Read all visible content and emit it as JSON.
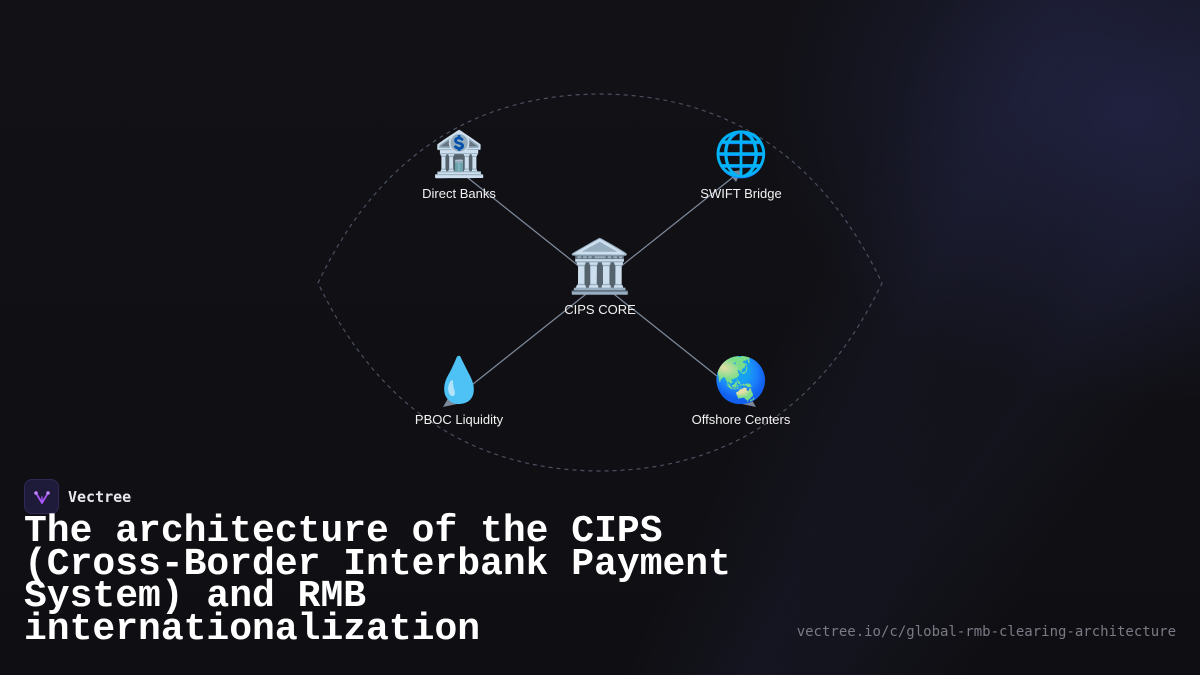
{
  "diagram": {
    "center": {
      "icon": "🏛️",
      "icon_name": "classical-building-icon",
      "label": "CIPS CORE"
    },
    "nodes": [
      {
        "id": "direct-banks",
        "icon": "🏦",
        "icon_name": "bank-icon",
        "label": "Direct Banks"
      },
      {
        "id": "swift-bridge",
        "icon": "🌐",
        "icon_name": "globe-meridians-icon",
        "label": "SWIFT Bridge"
      },
      {
        "id": "pboc-liquidity",
        "icon": "💧",
        "icon_name": "droplet-icon",
        "label": "PBOC Liquidity"
      },
      {
        "id": "offshore-centers",
        "icon": "🌏",
        "icon_name": "globe-asia-australia-icon",
        "label": "Offshore Centers"
      }
    ],
    "colors": {
      "connector": "#7c8797",
      "outline": "#4a5060"
    }
  },
  "brand": {
    "name": "Vectree",
    "logo_icon": "vectree-logo-icon",
    "accent": "#a855f7"
  },
  "headline": "The architecture of the CIPS (Cross-Border Interbank Payment System) and RMB internationalization",
  "url": "vectree.io/c/global-rmb-clearing-architecture"
}
